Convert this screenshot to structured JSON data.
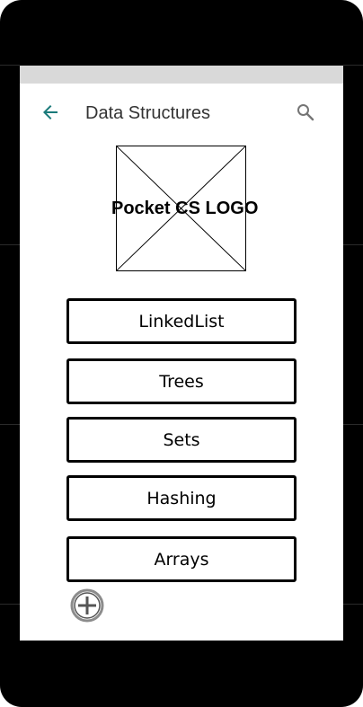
{
  "header": {
    "title": "Data Structures",
    "back_icon": "arrow-left-icon",
    "search_icon": "search-icon",
    "accent_color": "#1a7a7a"
  },
  "logo": {
    "label": "Pocket CS LOGO"
  },
  "menu": {
    "items": [
      {
        "label": "LinkedList"
      },
      {
        "label": "Trees"
      },
      {
        "label": "Sets"
      },
      {
        "label": "Hashing"
      },
      {
        "label": "Arrays"
      }
    ]
  },
  "add_button": {
    "icon": "add-circle-icon"
  }
}
